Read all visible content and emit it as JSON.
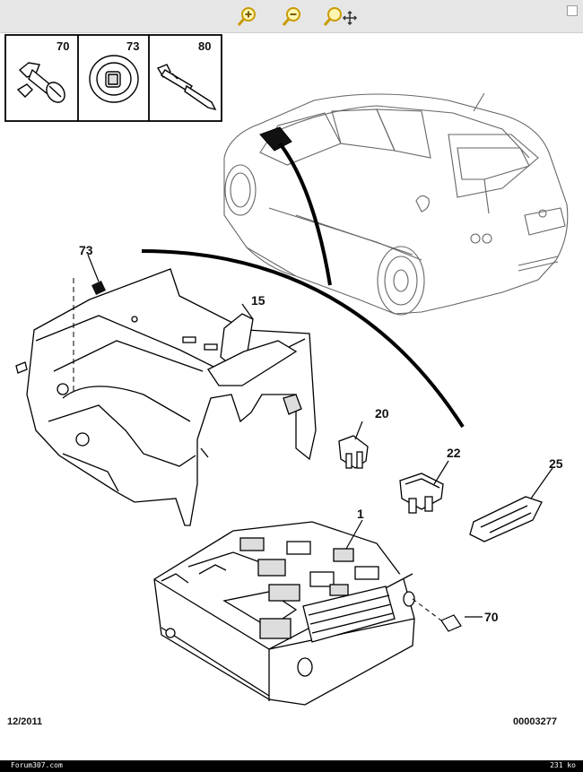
{
  "toolbar": {
    "buttons": [
      {
        "name": "zoom-in",
        "icon": "magnifier-plus-icon"
      },
      {
        "name": "zoom-out",
        "icon": "magnifier-minus-icon"
      },
      {
        "name": "zoom-pan",
        "icon": "magnifier-move-icon"
      }
    ],
    "icon_color": "#e8b800"
  },
  "legend": {
    "parts": [
      "70",
      "73",
      "80"
    ]
  },
  "callouts": {
    "p73": "73",
    "p15": "15",
    "p20": "20",
    "p22": "22",
    "p25": "25",
    "p1": "1",
    "p70": "70"
  },
  "footer_left": "12/2011",
  "footer_right": "00003277",
  "status": {
    "site": "Forum307.com",
    "size": "231 ko"
  }
}
